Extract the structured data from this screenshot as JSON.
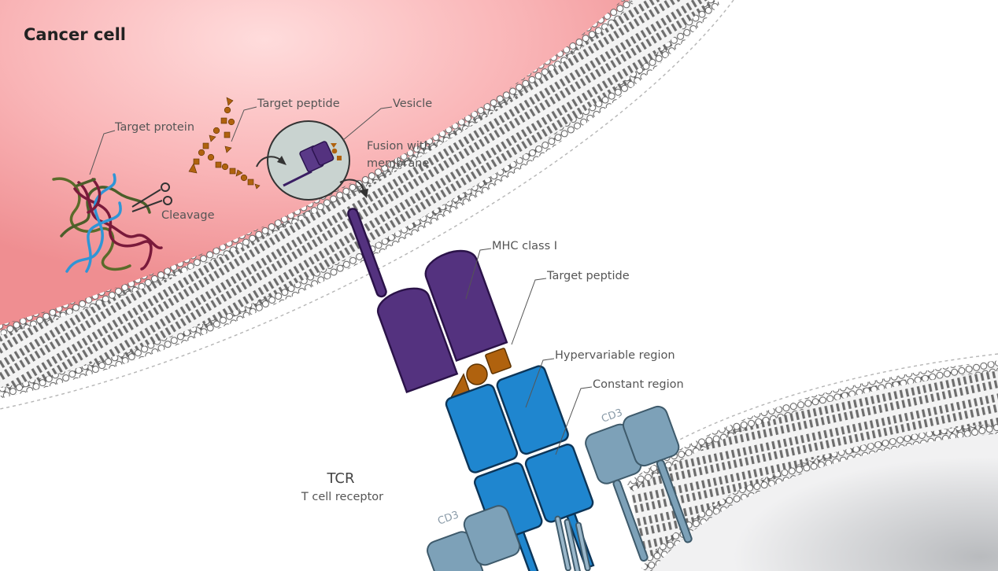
{
  "title": "Cancer cell",
  "labels": {
    "target_protein": "Target protein",
    "target_peptide_top": "Target peptide",
    "vesicle": "Vesicle",
    "fusion_line1": "Fusion with",
    "fusion_line2": "membrane",
    "cleavage": "Cleavage",
    "mhc": "MHC class I",
    "target_peptide_bottom": "Target peptide",
    "hypervariable": "Hypervariable region",
    "constant": "Constant region",
    "cd3_right": "CD3",
    "cd3_left": "CD3",
    "tcr": "TCR",
    "tcr_sub": "T cell receptor"
  },
  "colors": {
    "cancer_cell": "#f6a4a6",
    "membrane_head": "#ffffff",
    "membrane_tail": "#6d6d6d",
    "mhc": "#54327f",
    "tcr": "#1f86cf",
    "cd3": "#7da1b8",
    "peptide": "#b0620e",
    "t_cell": "#d9dadc"
  }
}
